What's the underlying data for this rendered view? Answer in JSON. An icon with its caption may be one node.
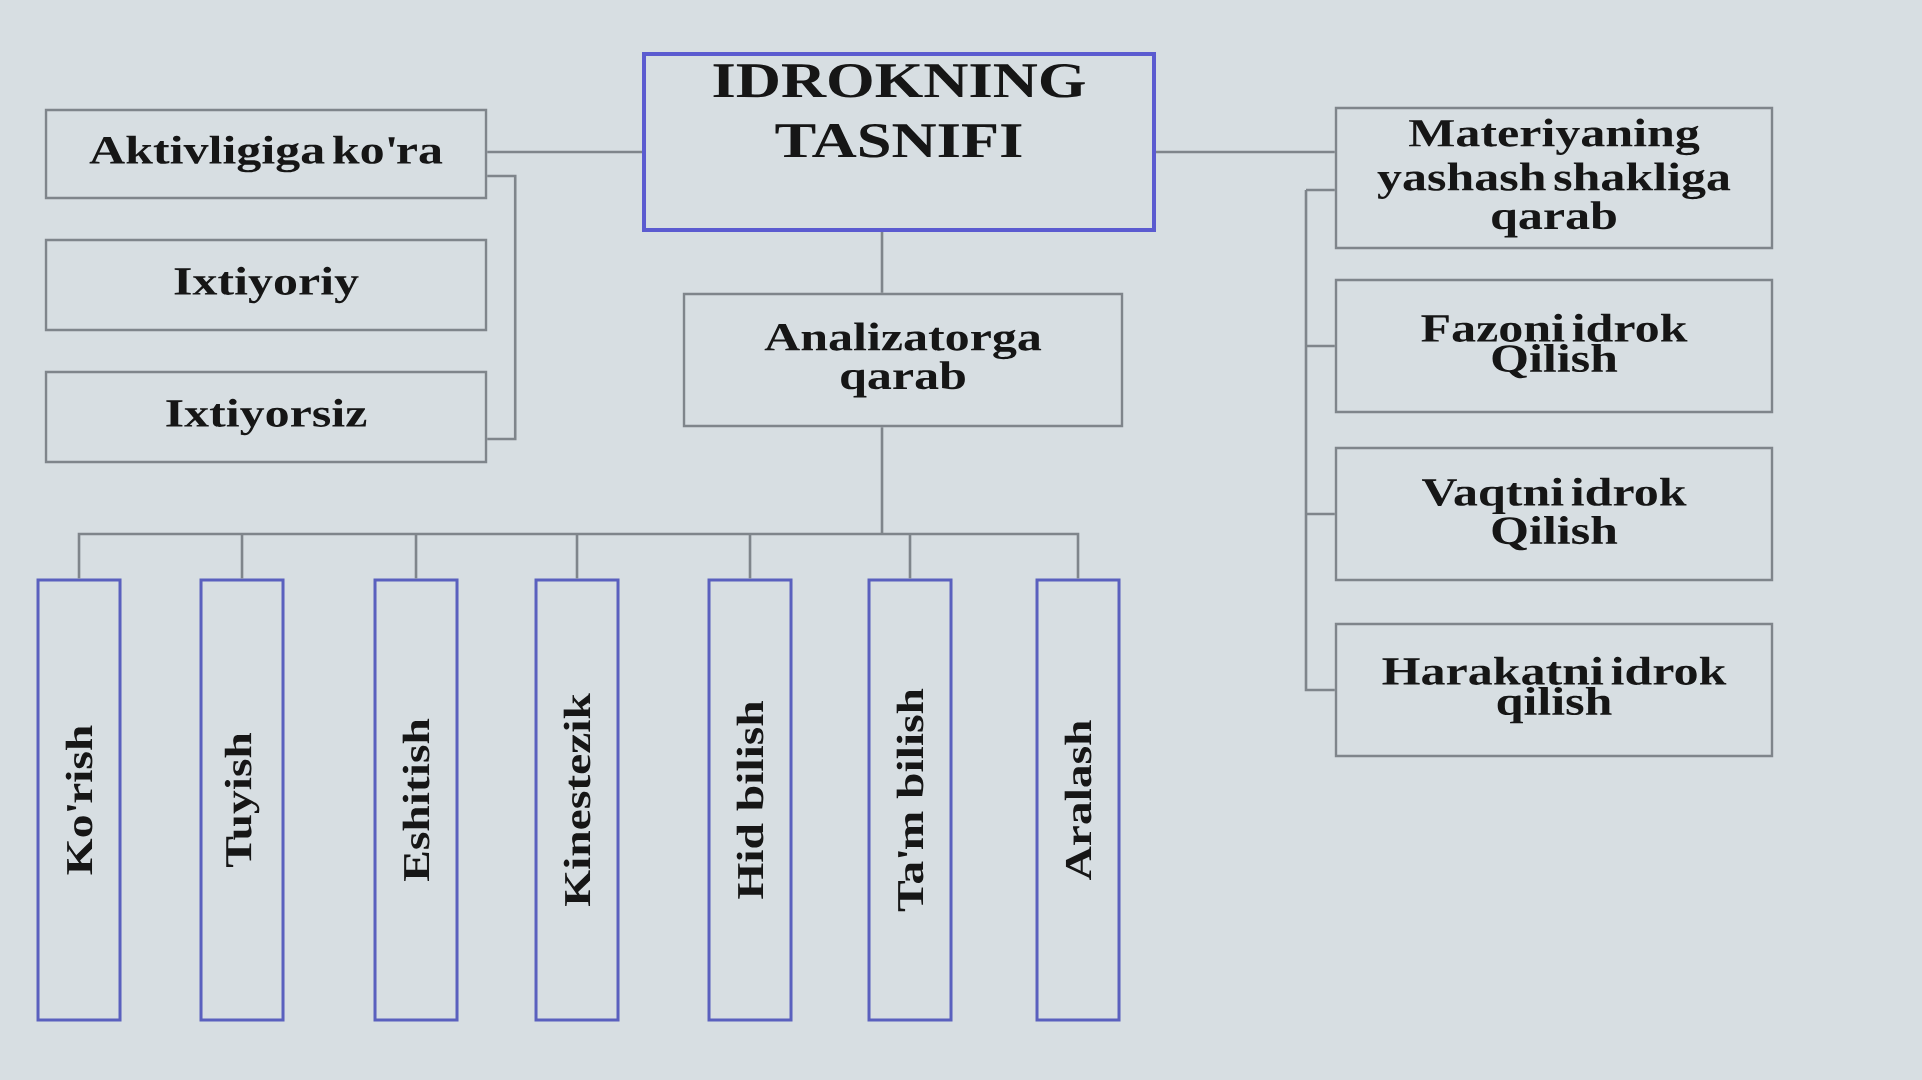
{
  "diagram": {
    "nodes": [
      {
        "text": [
          "IDROKNING TASNIFI"
        ]
      },
      {
        "text": [
          "Aktivligiga ko'ra"
        ]
      },
      {
        "text": [
          "Ixtiyoriy"
        ]
      },
      {
        "text": [
          "Ixtiyorsiz"
        ]
      },
      {
        "text": [
          "Analizatorga qarab"
        ]
      },
      {
        "text": [
          "Ko'rish"
        ]
      },
      {
        "text": [
          "Tuyish"
        ]
      },
      {
        "text": [
          "Eshitish"
        ]
      },
      {
        "text": [
          "Kinestezik"
        ]
      },
      {
        "text": [
          "Hid bilish"
        ]
      },
      {
        "text": [
          "Ta'm bilish"
        ]
      },
      {
        "text": [
          "Aralash"
        ]
      },
      {
        "text": [
          "Materiyaning yashash shakliga qarab"
        ]
      },
      {
        "text": [
          "Fazoni idrok Qilish"
        ]
      },
      {
        "text": [
          "Vaqtni idrok Qilish"
        ]
      },
      {
        "text": [
          "Harakatni idrok qilish"
        ]
      }
    ],
    "edges": [
      {
        "from": 0,
        "to": 1,
        "arrow": "none"
      },
      {
        "from": 1,
        "to": 3,
        "arrow": "none"
      },
      {
        "from": 0,
        "to": 4,
        "arrow": "none"
      },
      {
        "from": 4,
        "to": 5,
        "arrow": "none"
      },
      {
        "from": 4,
        "to": 6,
        "arrow": "none"
      },
      {
        "from": 4,
        "to": 7,
        "arrow": "none"
      },
      {
        "from": 4,
        "to": 8,
        "arrow": "none"
      },
      {
        "from": 4,
        "to": 9,
        "arrow": "none"
      },
      {
        "from": 4,
        "to": 10,
        "arrow": "none"
      },
      {
        "from": 4,
        "to": 11,
        "arrow": "none"
      },
      {
        "from": 0,
        "to": 12,
        "arrow": "none"
      },
      {
        "from": 12,
        "to": 13,
        "arrow": "none"
      },
      {
        "from": 12,
        "to": 14,
        "arrow": "none"
      },
      {
        "from": 12,
        "to": 15,
        "arrow": "none"
      }
    ]
  }
}
